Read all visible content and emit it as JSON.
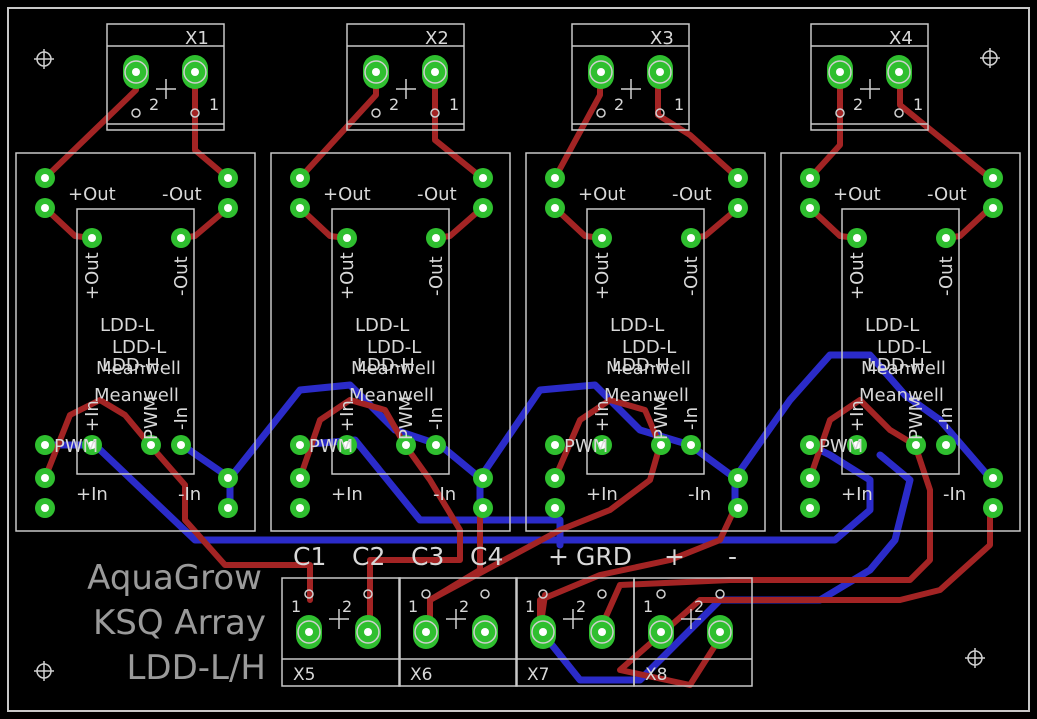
{
  "colors": {
    "background": "#000000",
    "outline": "#c8c8c8",
    "trace_top": "#a32424",
    "trace_bottom": "#2b2bc9",
    "pad": "#2fbf2f",
    "drill": "#ffffff"
  },
  "board_text": {
    "line1": "AquaGrow",
    "line2": "KSQ Array",
    "line3": "LDD-L/H"
  },
  "connector_labels": [
    "C1",
    "C2",
    "C3",
    "C4",
    "+",
    "GRD",
    "+",
    "-"
  ],
  "top_connectors": [
    {
      "name": "X1",
      "pin2": "2",
      "pin1": "1"
    },
    {
      "name": "X2",
      "pin2": "2",
      "pin1": "1"
    },
    {
      "name": "X3",
      "pin2": "2",
      "pin1": "1"
    },
    {
      "name": "X4",
      "pin2": "2",
      "pin1": "1"
    }
  ],
  "bottom_connectors": [
    {
      "name": "X5",
      "pin1": "1",
      "pin2": "2"
    },
    {
      "name": "X6",
      "pin1": "1",
      "pin2": "2"
    },
    {
      "name": "X7",
      "pin1": "1",
      "pin2": "2"
    },
    {
      "name": "X8",
      "pin1": "1",
      "pin2": "2"
    }
  ],
  "modules": {
    "outer_plus_out": "+Out",
    "outer_minus_out": "-Out",
    "outer_plus_in": "+In",
    "outer_minus_in": "-In",
    "pwm": "PWM",
    "inner_plus_out": "+Out",
    "inner_minus_out": "-Out",
    "inner_plus_in": "+In",
    "inner_pwm": "PWM",
    "inner_minus_in": "-In",
    "ldd_l_1": "LDD-L",
    "ldd_l_2": "LDD-L",
    "ldd_h": "LDD-H",
    "meanwell_1": "Meanwell",
    "meanwell_2": "Meanwell"
  }
}
